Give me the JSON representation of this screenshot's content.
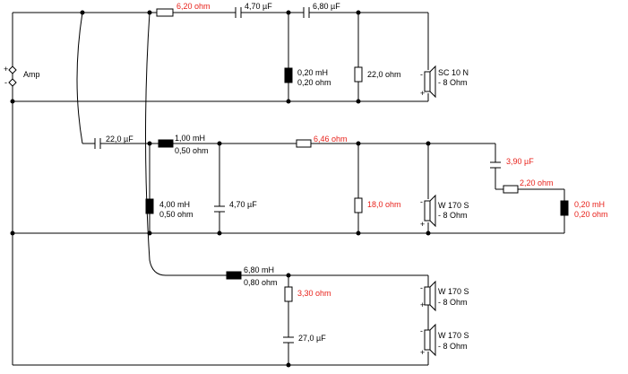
{
  "colors": {
    "wire": "#000000",
    "highlight_red": "#e8221b",
    "background": "#ffffff"
  },
  "amp": {
    "label": "Amp",
    "plus": "+",
    "minus": "-"
  },
  "top_branch": {
    "r1": "6,20 ohm",
    "c1": "4,70 µF",
    "c2": "6,80 µF",
    "l1_value": "0,20 mH",
    "l1_res": "0,20 ohm",
    "r2": "22,0 ohm",
    "speaker_name": "SC 10 N",
    "speaker_imp": "- 8 Ohm"
  },
  "mid_branch": {
    "c_in": "22,0 µF",
    "l1_value": "1,00 mH",
    "l1_res": "0,50 ohm",
    "l2_value": "4,00 mH",
    "l2_res": "0,50 ohm",
    "c_shunt": "4,70 µF",
    "r_series": "6,46 ohm",
    "r_shunt": "18,0 ohm",
    "speaker_name": "W 170 S",
    "speaker_imp": "- 8 Ohm",
    "notch_c": "3,90 µF",
    "notch_r": "2,20 ohm",
    "notch_l_value": "0,20 mH",
    "notch_l_res": "0,20 ohm"
  },
  "bottom_branch": {
    "l_value": "6,80 mH",
    "l_res": "0,80 ohm",
    "r": "3,30 ohm",
    "c": "27,0 µF",
    "speaker1_name": "W 170 S",
    "speaker1_imp": "- 8 Ohm",
    "speaker2_name": "W 170 S",
    "speaker2_imp": "- 8 Ohm"
  },
  "speaker_polarity": {
    "minus": "-",
    "plus": "+"
  }
}
